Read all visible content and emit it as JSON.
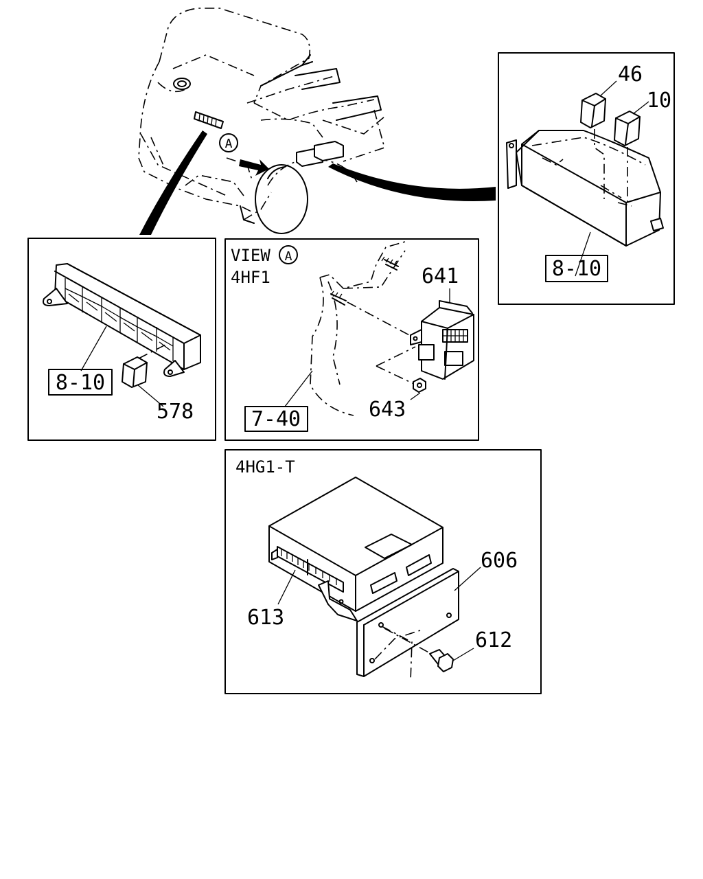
{
  "view_a": {
    "marker": "A",
    "view_label": "VIEW",
    "engine": "4HF1"
  },
  "view_main": {
    "engine": "4HG1-T"
  },
  "part_numbers": {
    "p46": "46",
    "p10": "10",
    "p641": "641",
    "p643": "643",
    "p578": "578",
    "p606": "606",
    "p613": "613",
    "p612": "612"
  },
  "refs": {
    "ref_8_10_relay": "8-10",
    "ref_8_10_left": "8-10",
    "ref_7_40": "7-40"
  }
}
